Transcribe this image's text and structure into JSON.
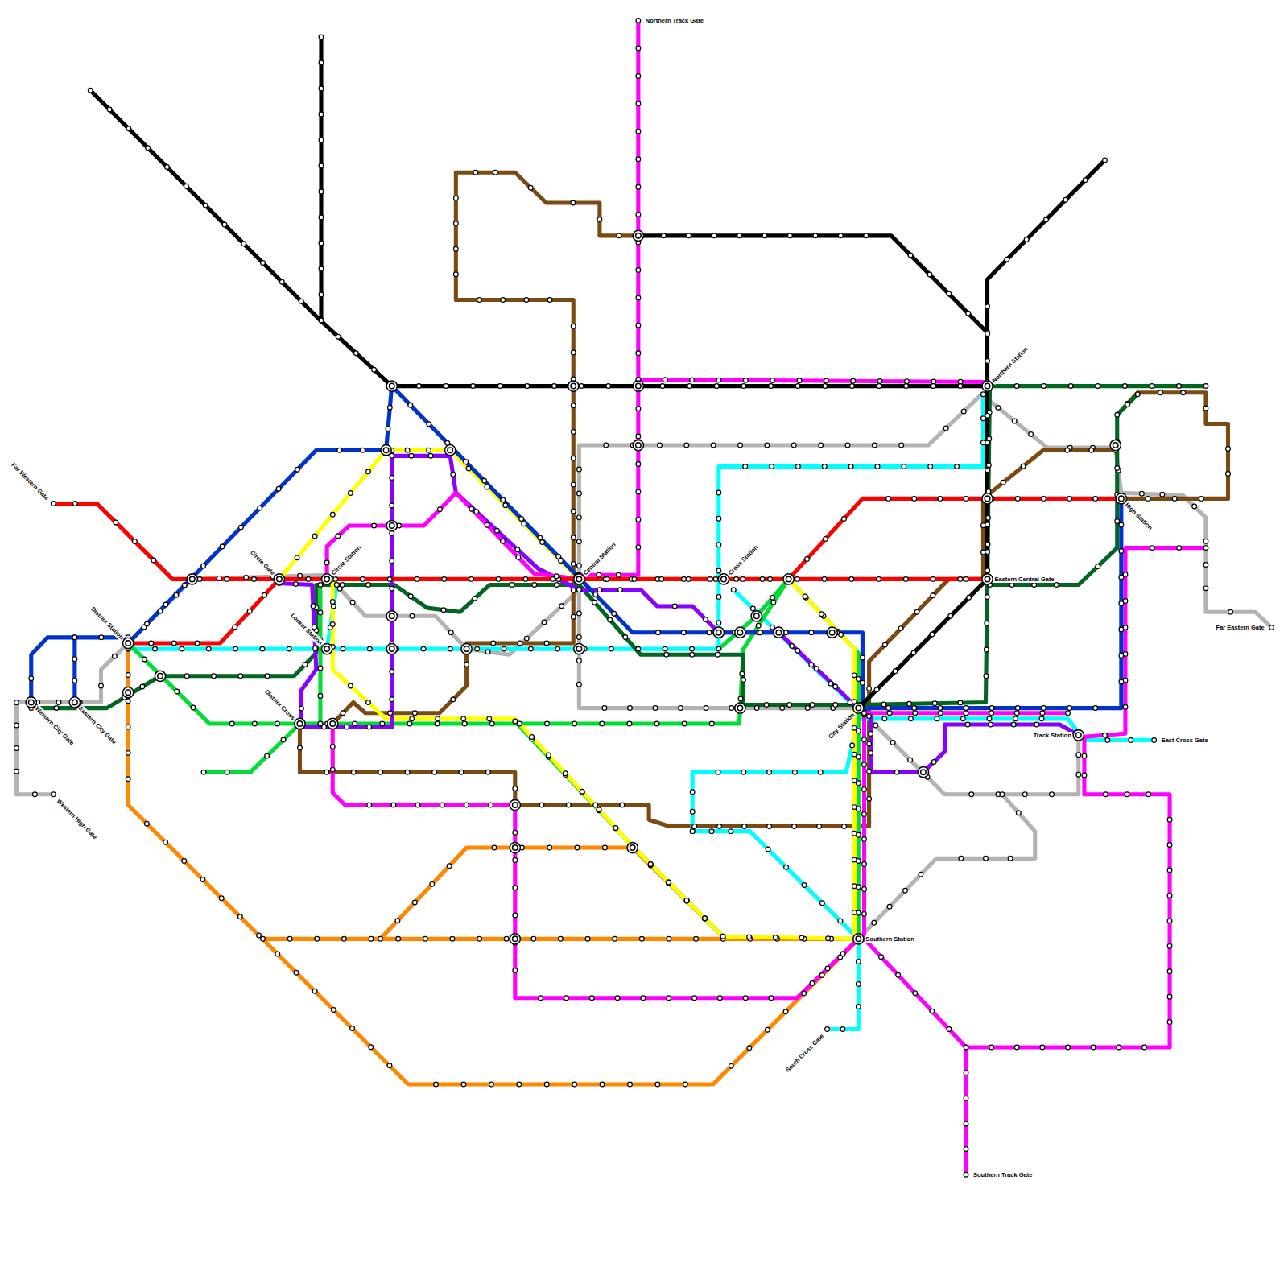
{
  "diagram": {
    "labels": [
      "Northern Track Gate",
      "Far Western Gate",
      "Circle Gate",
      "Circle Station",
      "District Station",
      "Western City Gate",
      "Eastern City Gate",
      "Western High Gate",
      "Locker Station",
      "District Cross",
      "Central Station",
      "Cross Station",
      "Northern Station",
      "Eastern Central Gate",
      "High Station",
      "Far Eastern Gate",
      "City Station",
      "Track Station",
      "East Cross Gate",
      "Southern Station",
      "South Cross Gate",
      "Southern Track Gate"
    ]
  }
}
